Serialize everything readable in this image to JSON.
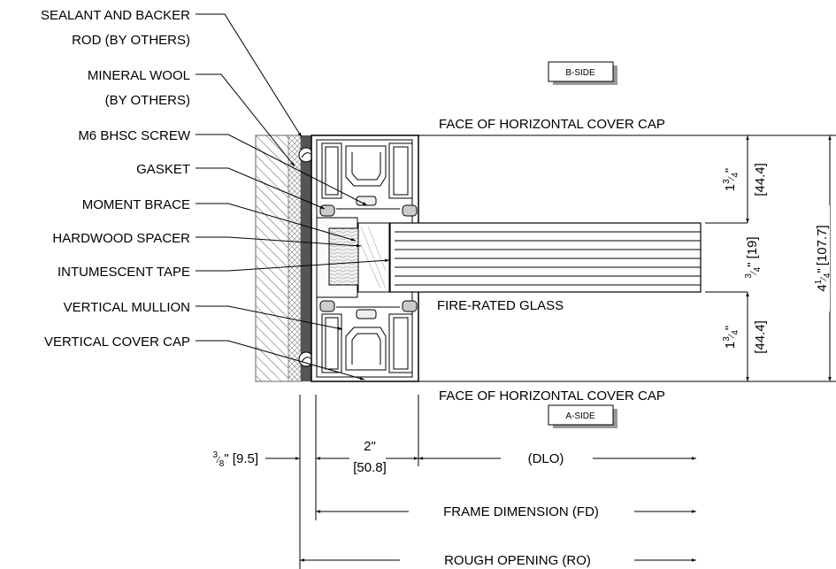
{
  "callouts": [
    {
      "line1": "SEALANT AND BACKER",
      "line2": "ROD (BY OTHERS)"
    },
    {
      "line1": "MINERAL WOOL",
      "line2": "(BY OTHERS)"
    },
    {
      "line1": "M6 BHSC SCREW"
    },
    {
      "line1": "GASKET"
    },
    {
      "line1": "MOMENT BRACE"
    },
    {
      "line1": "HARDWOOD SPACER"
    },
    {
      "line1": "INTUMESCENT TAPE"
    },
    {
      "line1": "VERTICAL MULLION"
    },
    {
      "line1": "VERTICAL COVER CAP"
    }
  ],
  "tags": {
    "b_side": "B-SIDE",
    "a_side": "A-SIDE"
  },
  "notes": {
    "face_top": "FACE OF HORIZONTAL COVER CAP",
    "face_bottom": "FACE OF HORIZONTAL COVER CAP",
    "glass": "FIRE-RATED GLASS"
  },
  "dims_right": {
    "top": {
      "whole": "1",
      "num": "3",
      "den": "4",
      "inch": "\"",
      "mm": "[44.4]"
    },
    "middle": {
      "num": "3",
      "den": "4",
      "inch": "\"",
      "mm": "[19]"
    },
    "bottom": {
      "whole": "1",
      "num": "3",
      "den": "4",
      "inch": "\"",
      "mm": "[44.4]"
    },
    "overall": {
      "whole": "4",
      "num": "1",
      "den": "4",
      "inch": "\"",
      "mm": "[107.7]"
    }
  },
  "dims_bottom": {
    "shim": {
      "num": "3",
      "den": "8",
      "rest": "\" [9.5]"
    },
    "frame_depth": {
      "inch": "2\"",
      "mm": "[50.8]"
    },
    "dlo": "(DLO)",
    "fd": "FRAME DIMENSION (FD)",
    "ro": "ROUGH OPENING (RO)"
  }
}
